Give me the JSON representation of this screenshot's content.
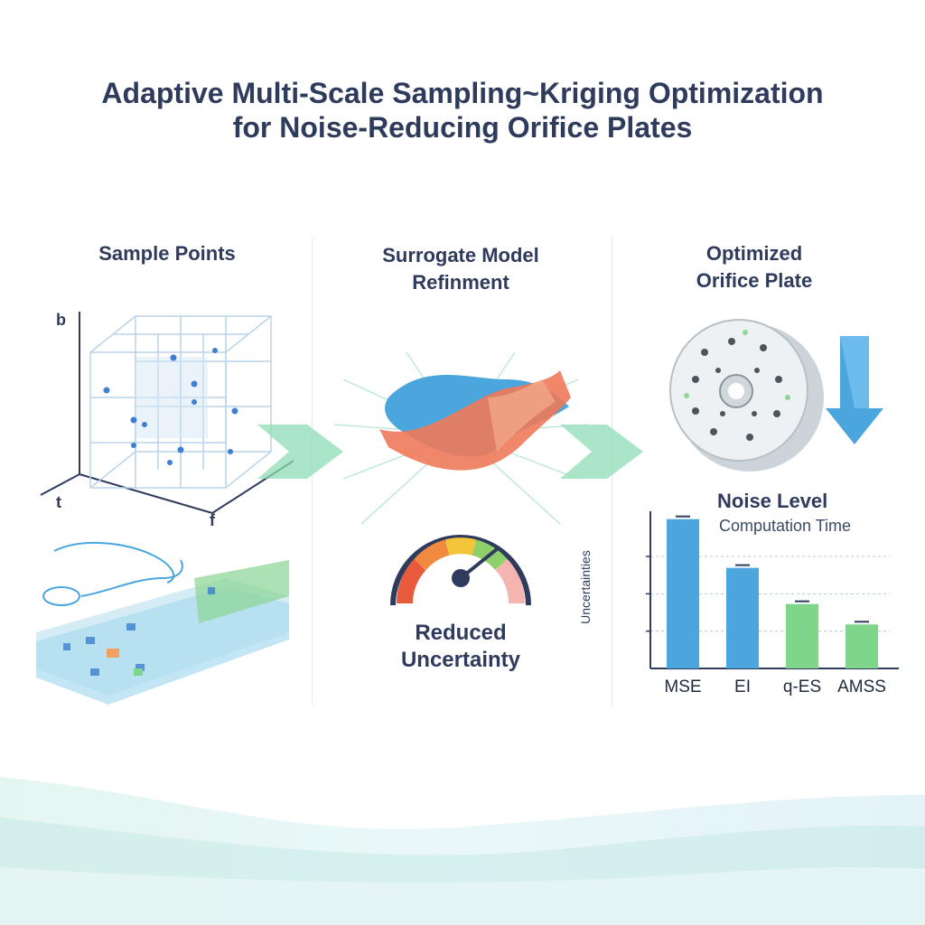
{
  "title": {
    "line1": "Adaptive Multi-Scale Sampling~Kriging Optimization",
    "line2": "for Noise-Reducing Orifice Plates"
  },
  "panels": {
    "sample": {
      "title": "Sample Points",
      "axes": [
        "b",
        "t",
        "f"
      ]
    },
    "surrogate": {
      "title_line1": "Surrogate Model",
      "title_line2": "Refinment",
      "gauge_line1": "Reduced",
      "gauge_line2": "Uncertainty"
    },
    "optimized": {
      "title_line1": "Optimized",
      "title_line2": "Orifice Plate"
    }
  },
  "chart_data": {
    "type": "bar",
    "legend": [
      "Noise Level",
      "Computation Time"
    ],
    "ylabel": "Uncertainties",
    "categories": [
      "MSE",
      "EI",
      "q-ES",
      "AMSS"
    ],
    "values": [
      0.95,
      0.64,
      0.41,
      0.28
    ],
    "colors": [
      "#4aa6dd",
      "#4aa6dd",
      "#7fd68a",
      "#7fd68a"
    ],
    "ylim": [
      0,
      1
    ]
  },
  "colors": {
    "accent_blue": "#4aa6dd",
    "accent_green": "#7fd68a",
    "text": "#2f3b5c"
  }
}
